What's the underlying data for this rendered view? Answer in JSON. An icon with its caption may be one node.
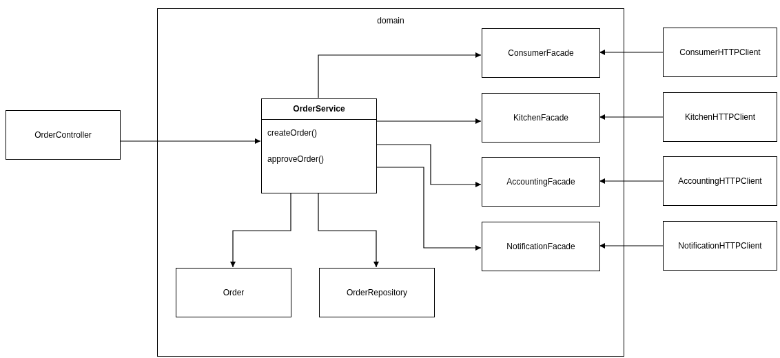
{
  "diagram": {
    "nodes": [
      {
        "text": [
          "domain"
        ]
      },
      {
        "text": [
          "OrderController"
        ]
      },
      {
        "text": [
          "OrderService",
          "createOrder()",
          "approveOrder()"
        ],
        "in": 0
      },
      {
        "text": [
          "ConsumerFacade"
        ],
        "in": 0
      },
      {
        "text": [
          "KitchenFacade"
        ],
        "in": 0
      },
      {
        "text": [
          "AccountingFacade"
        ],
        "in": 0
      },
      {
        "text": [
          "NotificationFacade"
        ],
        "in": 0
      },
      {
        "text": [
          "Order"
        ],
        "in": 0
      },
      {
        "text": [
          "OrderRepository"
        ],
        "in": 0
      },
      {
        "text": [
          "ConsumerHTTPClient"
        ]
      },
      {
        "text": [
          "KitchenHTTPClient"
        ]
      },
      {
        "text": [
          "AccountingHTTPClient"
        ]
      },
      {
        "text": [
          "NotificationHTTPClient"
        ]
      }
    ],
    "edges": [
      {
        "from": 1,
        "to": 2,
        "arrow": "to"
      },
      {
        "from": 2,
        "to": 3,
        "arrow": "to"
      },
      {
        "from": 2,
        "to": 4,
        "arrow": "to"
      },
      {
        "from": 2,
        "to": 5,
        "arrow": "to"
      },
      {
        "from": 2,
        "to": 6,
        "arrow": "to"
      },
      {
        "from": 2,
        "to": 7,
        "arrow": "to"
      },
      {
        "from": 2,
        "to": 8,
        "arrow": "to"
      },
      {
        "from": 9,
        "to": 3,
        "arrow": "to"
      },
      {
        "from": 10,
        "to": 4,
        "arrow": "to"
      },
      {
        "from": 11,
        "to": 5,
        "arrow": "to"
      },
      {
        "from": 12,
        "to": 6,
        "arrow": "to"
      }
    ]
  }
}
